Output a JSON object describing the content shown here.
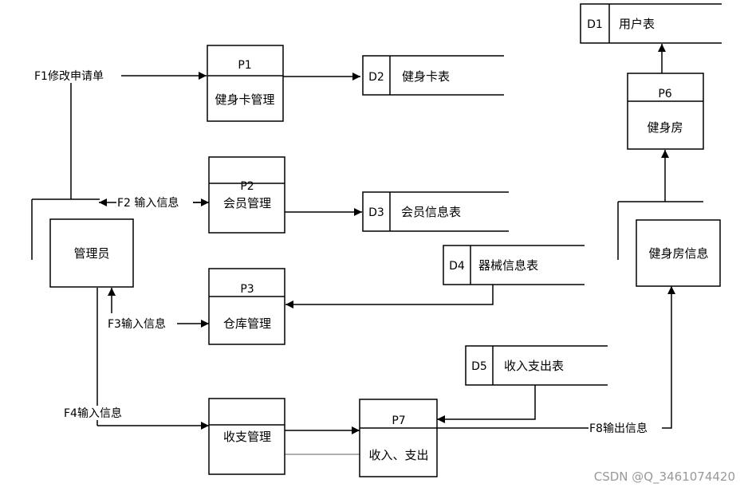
{
  "processes": {
    "p1": {
      "id": "P1",
      "name": "健身卡管理"
    },
    "p2": {
      "id": "P2",
      "name": "会员管理"
    },
    "p3": {
      "id": "P3",
      "name": "仓库管理"
    },
    "p4": {
      "name": "收支管理"
    },
    "p6": {
      "id": "P6",
      "name": "健身房"
    },
    "p7": {
      "id": "P7",
      "name": "收入、支出"
    }
  },
  "entities": {
    "admin": {
      "name": "管理员"
    },
    "gym_info": {
      "name": "健身房信息"
    }
  },
  "stores": {
    "d1": {
      "id": "D1",
      "name": "用户表"
    },
    "d2": {
      "id": "D2",
      "name": "健身卡表"
    },
    "d3": {
      "id": "D3",
      "name": "会员信息表"
    },
    "d4": {
      "id": "D4",
      "name": "器械信息表"
    },
    "d5": {
      "id": "D5",
      "name": "收入支出表"
    }
  },
  "flows": {
    "f1": "F1修改申请单",
    "f2": "F2 输入信息",
    "f3": "F3输入信息",
    "f4": "F4输入信息",
    "f8": "F8输出信息"
  },
  "watermark": "CSDN @Q_3461074420"
}
